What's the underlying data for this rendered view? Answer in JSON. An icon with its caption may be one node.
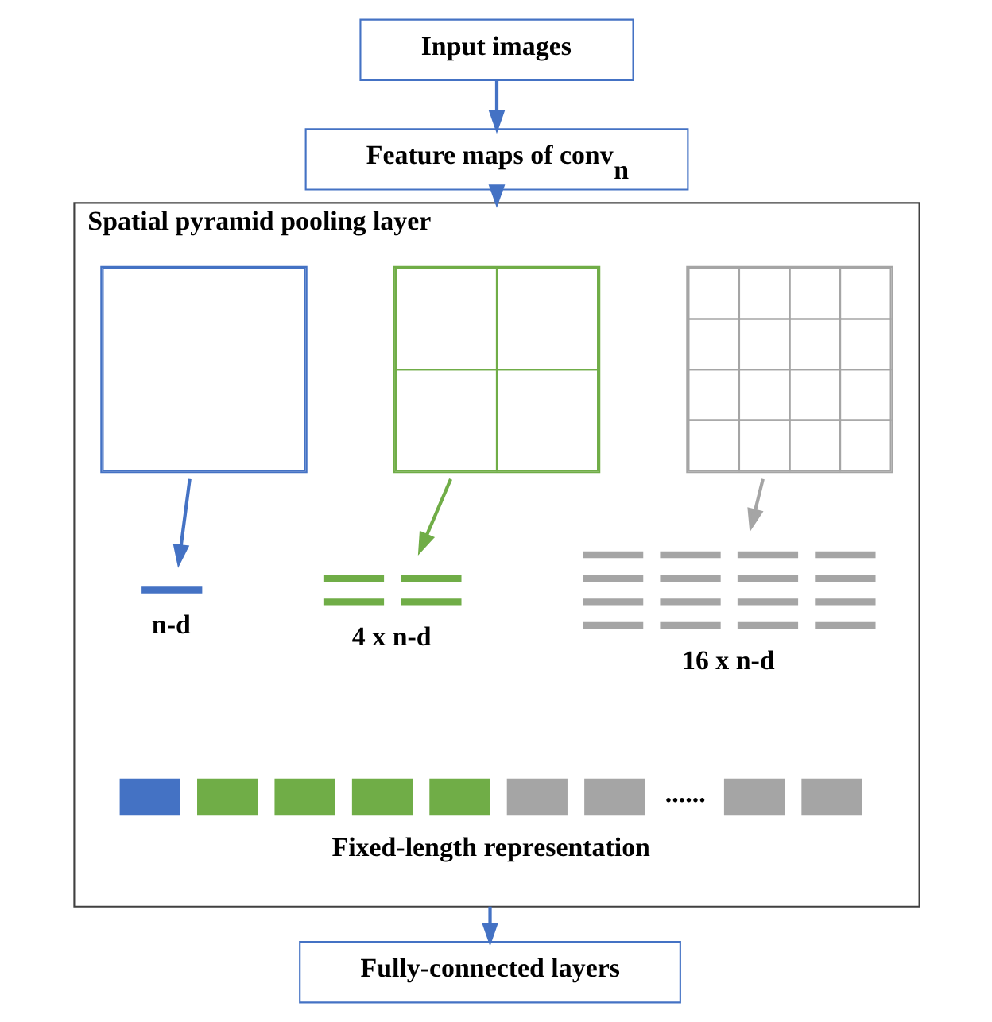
{
  "diagram": {
    "nodes": [
      {
        "text": [
          "Input images"
        ]
      },
      {
        "text": [
          "Feature maps of conv$_{n}$"
        ]
      },
      {
        "text": [
          "Spatial pyramid pooling layer"
        ]
      },
      {
        "text": [],
        "shape": "box",
        "in": 2
      },
      {
        "text": [],
        "shape": "box",
        "in": 2
      },
      {
        "text": [],
        "shape": "box",
        "in": 2
      },
      {
        "text": [],
        "shape": "bar",
        "beside": [
          "n-d"
        ],
        "in": 2
      },
      {
        "text": [],
        "shape": "bar",
        "beside": [
          "4 x n-d"
        ],
        "in": 2
      },
      {
        "text": [],
        "shape": "bar",
        "beside": [
          "16 x n-d"
        ],
        "in": 2
      },
      {
        "text": [
          "......"
        ],
        "beside": [
          "Fixed-length representation"
        ],
        "in": 2
      },
      {
        "text": [
          "Fully-connected layers"
        ]
      }
    ],
    "edges": [
      {
        "from": 0,
        "to": 1,
        "arrow": "to"
      },
      {
        "from": 1,
        "to": 2,
        "arrow": "to"
      },
      {
        "from": 3,
        "to": 6,
        "arrow": "to",
        "color": "#4472c4"
      },
      {
        "from": 4,
        "to": 7,
        "arrow": "to",
        "color": "#70ad47"
      },
      {
        "from": 5,
        "to": 8,
        "arrow": "to",
        "color": "#a5a5a5"
      },
      {
        "from": 2,
        "to": 10,
        "arrow": "to",
        "color": "#4472c4"
      }
    ]
  }
}
